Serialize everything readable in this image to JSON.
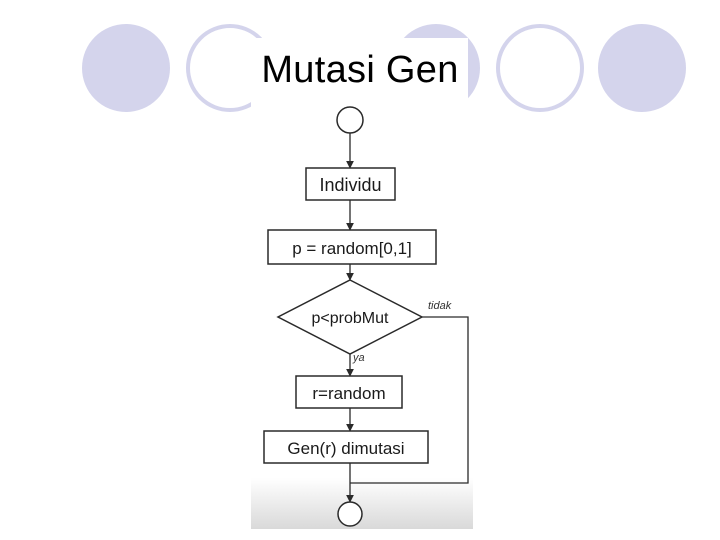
{
  "slide": {
    "title": "Mutasi Gen",
    "accent_color": "#d4d4ec"
  },
  "flowchart": {
    "start_label": "",
    "end_label": "",
    "step_individu": "Individu",
    "step_random_p": "p = random[0,1]",
    "decision": "p<probMut",
    "decision_yes": "ya",
    "decision_no": "tidak",
    "step_random_r": "r=random",
    "step_mutate": "Gen(r) dimutasi"
  }
}
